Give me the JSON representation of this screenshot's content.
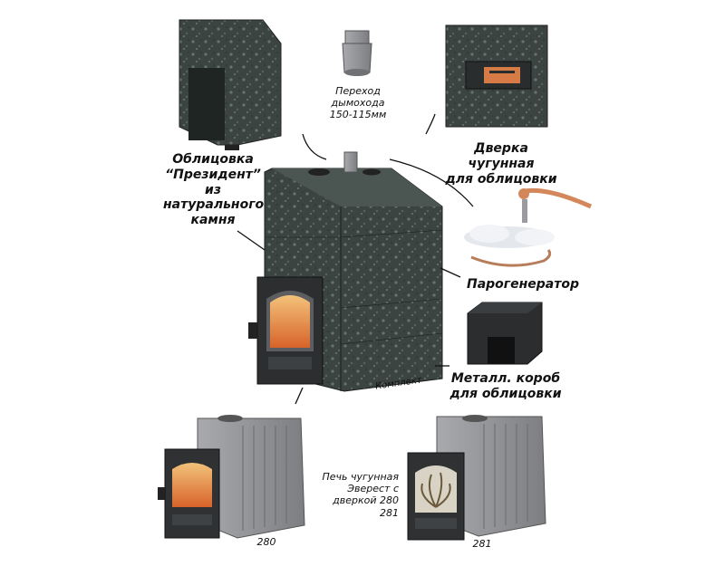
{
  "labels": {
    "chimney_adapter": "Переход дымохода",
    "chimney_adapter_size": "150-115мм",
    "cladding_line1": "Облицовка",
    "cladding_line2": "“Президент”",
    "cladding_line3": "из натурального",
    "cladding_line4": "камня",
    "door_line1": "Дверка чугунная",
    "door_line2": "для облицовки",
    "steam_generator": "Парогенератор",
    "metal_box_line1": "Металл. короб",
    "metal_box_line2": "для облицовки",
    "kit": "Комплект",
    "stove_line1": "Печь чугунная",
    "stove_line2": "Эверест с",
    "stove_line3": "дверкой 280",
    "stove_line4": "281",
    "model_280": "280",
    "model_281": "281"
  },
  "colors": {
    "granite": "#3d4744",
    "granite_light": "#6b7775",
    "cast_iron": "#8e9093",
    "fire": "#e0863a",
    "copper": "#d4875a"
  }
}
